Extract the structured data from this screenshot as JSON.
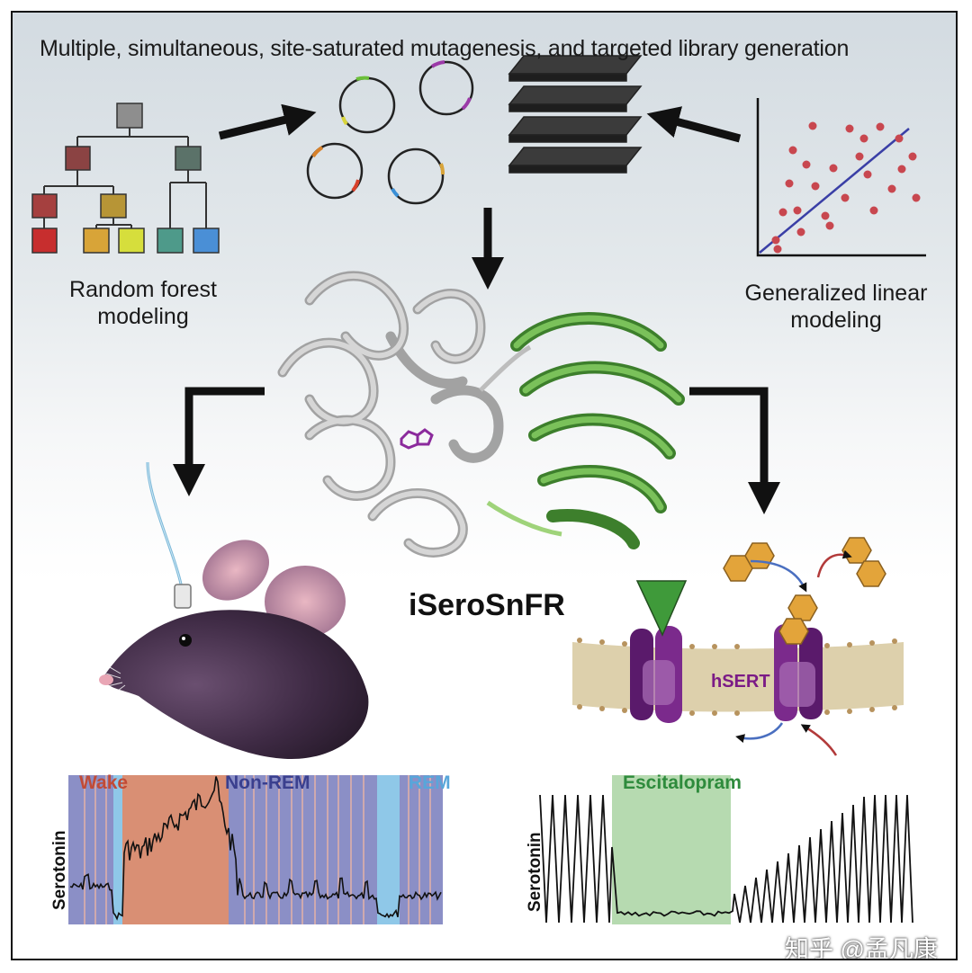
{
  "header": {
    "title": "Multiple, simultaneous, site-saturated mutagenesis, and targeted library generation"
  },
  "random_forest": {
    "label_line1": "Random forest",
    "label_line2": "modeling"
  },
  "glm": {
    "label_line1": "Generalized linear",
    "label_line2": "modeling"
  },
  "sensor": {
    "name": "iSeroSnFR"
  },
  "transporter": {
    "label": "hSERT"
  },
  "sleep_trace": {
    "y_label": "Serotonin",
    "stages": [
      {
        "name": "Wake",
        "color": "#c14b36"
      },
      {
        "name": "Non-REM",
        "color": "#3a3f8e"
      },
      {
        "name": "REM",
        "color": "#58a6da"
      }
    ]
  },
  "drug_trace": {
    "y_label": "Serotonin",
    "drug": "Escitalopram",
    "drug_color": "#2e8b3c"
  },
  "watermark": {
    "text": "知乎 @孟凡康"
  },
  "colors": {
    "tree_nodes": [
      "#8e8e8e",
      "#8b4343",
      "#5b7269",
      "#a5403f",
      "#b79536",
      "#c72e2e",
      "#d8a438",
      "#d6de3c",
      "#4e9a8a",
      "#4a8fd6"
    ],
    "scatter_dots": "#c8474f",
    "fit_line": "#3a3fa6",
    "gfp": "#3f8e2e",
    "serotonin": "#e3a43a",
    "membrane": "#ddd0ac",
    "transporter": "#7b2a8c",
    "inhibitor": "#3f9a3a"
  }
}
